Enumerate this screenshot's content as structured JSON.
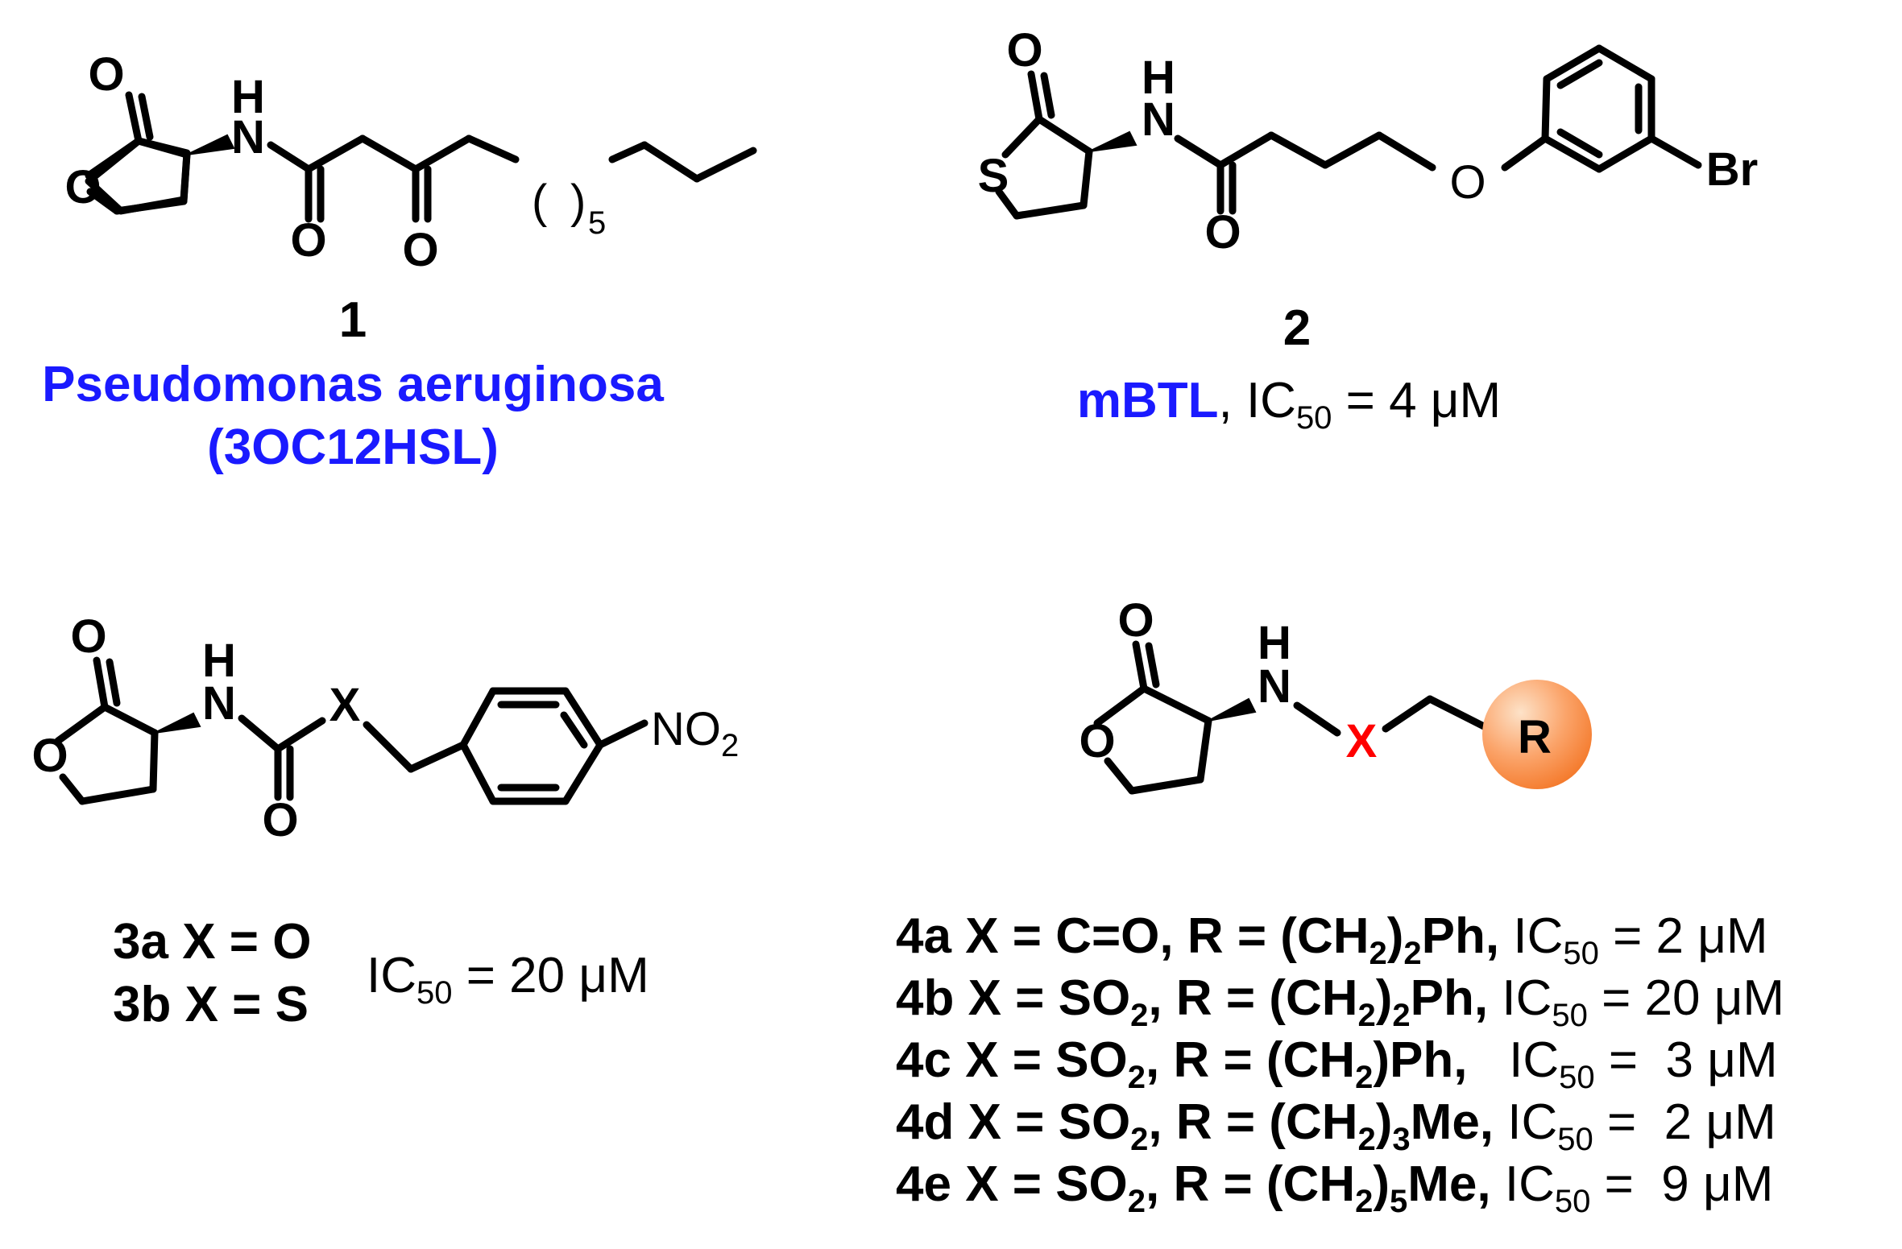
{
  "atoms": {
    "O": "O",
    "H": "H",
    "N": "N",
    "S": "S",
    "X": "X",
    "R": "R",
    "Br": "Br",
    "NO2_main": "NO",
    "NO2_sub": "2",
    "paren_open": "(",
    "paren_close": ")",
    "paren_sub": "5"
  },
  "compound1": {
    "number": "1",
    "name_line1": "Pseudomonas aeruginosa",
    "name_line2": "(3OC12HSL)"
  },
  "compound2": {
    "number": "2",
    "name": "mBTL",
    "sep": ", ",
    "ic_label": "IC",
    "ic_sub": "50",
    "ic_value": " = 4 μM"
  },
  "compound3": {
    "line_a": "3a X = O",
    "line_b": "3b X = S",
    "ic_label": "IC",
    "ic_sub": "50",
    "ic_value": " = 20 μM"
  },
  "compound4": {
    "rows": [
      {
        "pre": "4a X = C=O, R = (CH",
        "s1": "2",
        "mid": ")",
        "s2": "2",
        "post": "Ph,",
        "gap": " ",
        "ic": "IC",
        "ic_sub": "50",
        "val": " = 2 μM"
      },
      {
        "pre": "4b X = SO",
        "s1": "2",
        "mid": ", R = (CH",
        "s2": "2",
        "post": ")",
        "post_sub": "2",
        "post2": "Ph,",
        "gap": " ",
        "ic": "IC",
        "ic_sub": "50",
        "val": " = 20 μM"
      },
      {
        "pre": "4c X = SO",
        "s1": "2",
        "mid": ", R = (CH",
        "s2": "2",
        "post": ")Ph,",
        "gap": "   ",
        "ic": "IC",
        "ic_sub": "50",
        "val": " =  3 μM"
      },
      {
        "pre": "4d X = SO",
        "s1": "2",
        "mid": ", R = (CH",
        "s2": "2",
        "post": ")",
        "post_sub": "3",
        "post2": "Me,",
        "gap": " ",
        "ic": "IC",
        "ic_sub": "50",
        "val": " =  2 μM"
      },
      {
        "pre": "4e X = SO",
        "s1": "2",
        "mid": ", R = (CH",
        "s2": "2",
        "post": ")",
        "post_sub": "5",
        "post2": "Me,",
        "gap": " ",
        "ic": "IC",
        "ic_sub": "50",
        "val": " =  9 μM"
      }
    ]
  },
  "colors": {
    "name_blue": "#1a1aff",
    "x_red": "#ff0000",
    "sphere_light": "#fde2c8",
    "sphere_mid": "#fba46a",
    "sphere_dark": "#f47a2c"
  }
}
